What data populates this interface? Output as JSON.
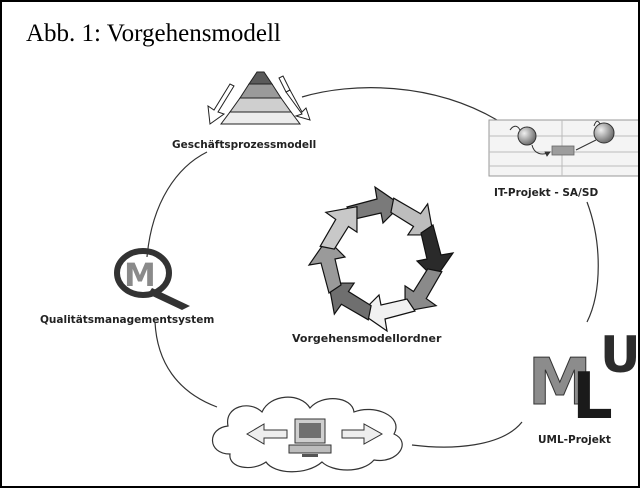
{
  "title": "Abb. 1: Vorgehensmodell",
  "nodes": {
    "geschaeftsprozess": "Geschäftsprozessmodell",
    "it_projekt": "IT-Projekt - SA/SD",
    "qualitaet": "Qualitätsmanagementsystem",
    "center": "Vorgehensmodellordner",
    "uml": "UML-Projekt"
  },
  "icons": {
    "pyramid": "pyramid-icon",
    "process_chart": "process-chart-icon",
    "qm_logo": "qm-logo-icon",
    "cycle": "cycle-arrows-icon",
    "uml_logo": "uml-logo-icon",
    "network_computer": "network-computer-icon"
  },
  "uml_letters": {
    "u": "U",
    "m": "M",
    "l": "L"
  },
  "qm_letter": "M"
}
